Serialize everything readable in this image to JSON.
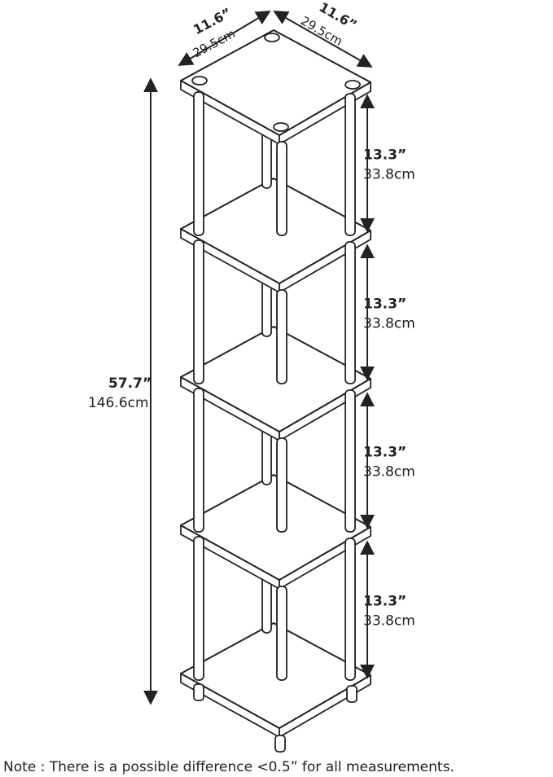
{
  "dimensions": {
    "width": {
      "inches": "11.6”",
      "cm": "29.5cm"
    },
    "depth": {
      "inches": "11.6”",
      "cm": "29.5cm"
    },
    "total_height": {
      "inches": "57.7”",
      "cm": "146.6cm"
    },
    "shelf_gaps": [
      {
        "inches": "13.3”",
        "cm": "33.8cm"
      },
      {
        "inches": "13.3”",
        "cm": "33.8cm"
      },
      {
        "inches": "13.3”",
        "cm": "33.8cm"
      },
      {
        "inches": "13.3”",
        "cm": "33.8cm"
      }
    ]
  },
  "shelf_count": 5,
  "colors": {
    "line": "#222222",
    "shelf_fill": "#ffffff",
    "background": "#ffffff"
  },
  "note": "Note : There is a possible difference <0.5” for all measurements."
}
